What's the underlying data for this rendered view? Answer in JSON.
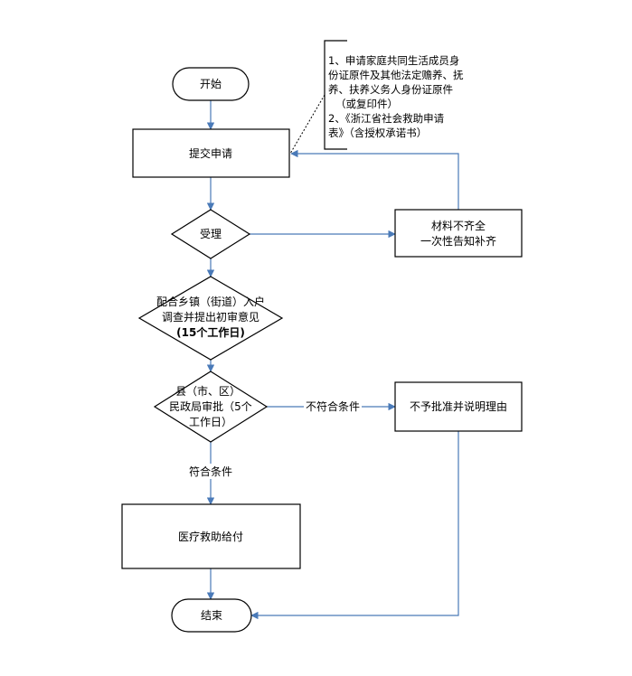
{
  "nodes": {
    "start": "开始",
    "submit": "提交申请",
    "accept": "受理",
    "incomplete_line1": "材料不齐全",
    "incomplete_line2": "一次性告知补齐",
    "investigate_line1": "配合乡镇（街道）入户",
    "investigate_line2": "调查并提出初审意见",
    "investigate_line3": "(15个工作日)",
    "review_line1": "县（市、区）",
    "review_line2": "民政局审批（5个",
    "review_line3": "工作日）",
    "reject": "不予批准并说明理由",
    "payout": "医疗救助给付",
    "end": "结束"
  },
  "edges": {
    "not_qualified": "不符合条件",
    "qualified": "符合条件"
  },
  "note": {
    "line1": "1、申请家庭共同生活成员身",
    "line2": "份证原件及其他法定赡养、抚",
    "line3": "养、扶养义务人身份证原件",
    "line4": "（或复印件）",
    "line5": "2、《浙江省社会救助申请",
    "line6": "表》（含授权承诺书）"
  },
  "colors": {
    "arrow": "#4a7ab8",
    "border": "#000000"
  }
}
